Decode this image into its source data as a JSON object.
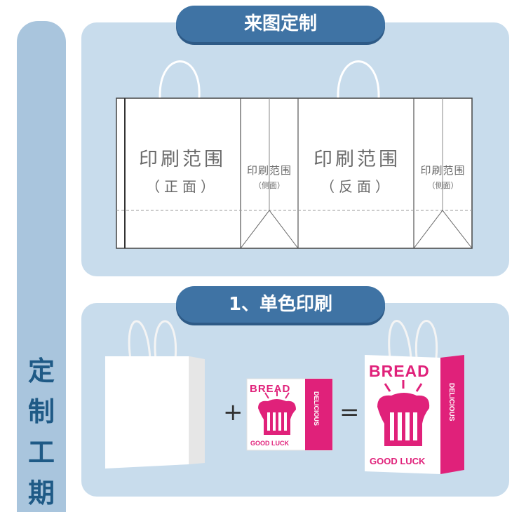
{
  "side_title": [
    "定",
    "制",
    "工",
    "期"
  ],
  "section1": {
    "title": "来图定制",
    "front": {
      "main": "印刷范围",
      "sub": "（正面）"
    },
    "side_left": {
      "main": "印刷范围",
      "sub": "（侧面）"
    },
    "back": {
      "main": "印刷范围",
      "sub": "（反面）"
    },
    "side_right": {
      "main": "印刷范围",
      "sub": "（侧面）"
    }
  },
  "section2": {
    "title": "1、单色印刷",
    "plus": "+",
    "equals": "=",
    "design": {
      "heading": "BREAD",
      "footer": "GOOD  LUCK",
      "side": "DELICIOUS"
    },
    "result_bag": {
      "heading": "BREAD",
      "footer": "GOOD  LUCK",
      "side": "DELICIOUS"
    }
  },
  "colors": {
    "sidebar": "#a9c5dd",
    "panel": "#c8dcec",
    "pill": "#3f73a4",
    "accent": "#e0217a",
    "side_text": "#1f5a86"
  }
}
